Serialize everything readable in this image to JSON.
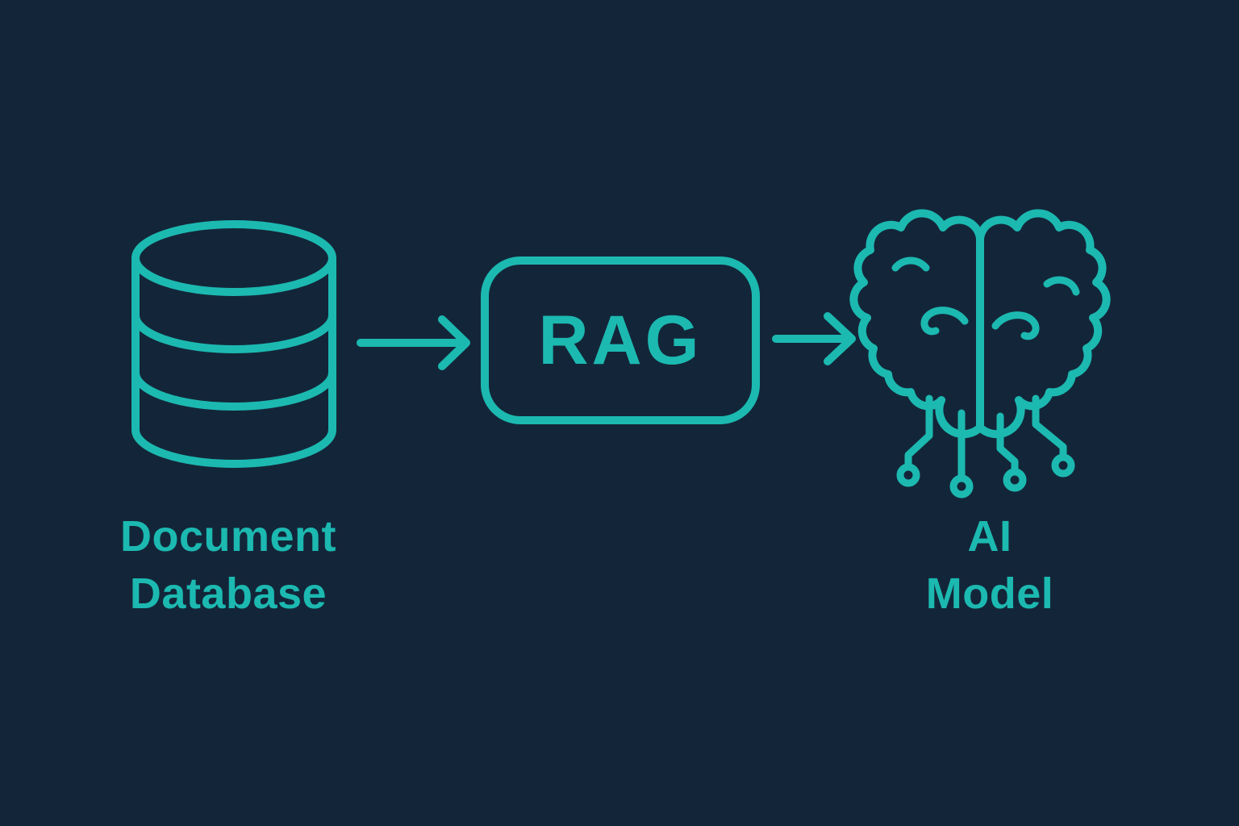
{
  "diagram": {
    "type": "flow-diagram",
    "topic": "Retrieval-Augmented Generation pipeline",
    "nodes": [
      {
        "id": "document-database",
        "icon": "database-icon",
        "label_line1": "Document",
        "label_line2": "Database"
      },
      {
        "id": "rag",
        "icon": "rounded-rect-box",
        "label": "RAG"
      },
      {
        "id": "ai-model",
        "icon": "brain-circuit-icon",
        "label_line1": "AI",
        "label_line2": "Model"
      }
    ],
    "connections": [
      {
        "from": "document-database",
        "to": "rag",
        "type": "arrow-right"
      },
      {
        "from": "rag",
        "to": "ai-model",
        "type": "arrow-right"
      }
    ]
  },
  "colors": {
    "background": "#132639",
    "accent": "#1cb9b1"
  }
}
